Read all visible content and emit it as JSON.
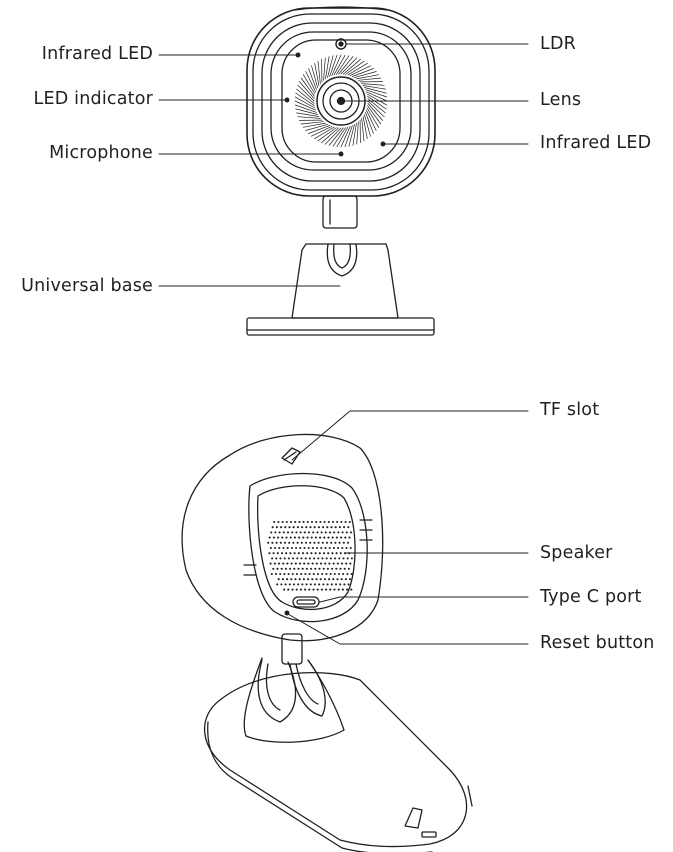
{
  "front_view": {
    "labels": {
      "infrared_led_left": "Infrared LED",
      "led_indicator": "LED indicator",
      "microphone": "Microphone",
      "universal_base": "Universal base",
      "ldr": "LDR",
      "lens": "Lens",
      "infrared_led_right": "Infrared LED"
    }
  },
  "back_view": {
    "labels": {
      "tf_slot": "TF slot",
      "speaker": "Speaker",
      "type_c_port": "Type C port",
      "reset_button": "Reset button"
    }
  },
  "colors": {
    "line": "#231f20",
    "background": "#ffffff"
  }
}
